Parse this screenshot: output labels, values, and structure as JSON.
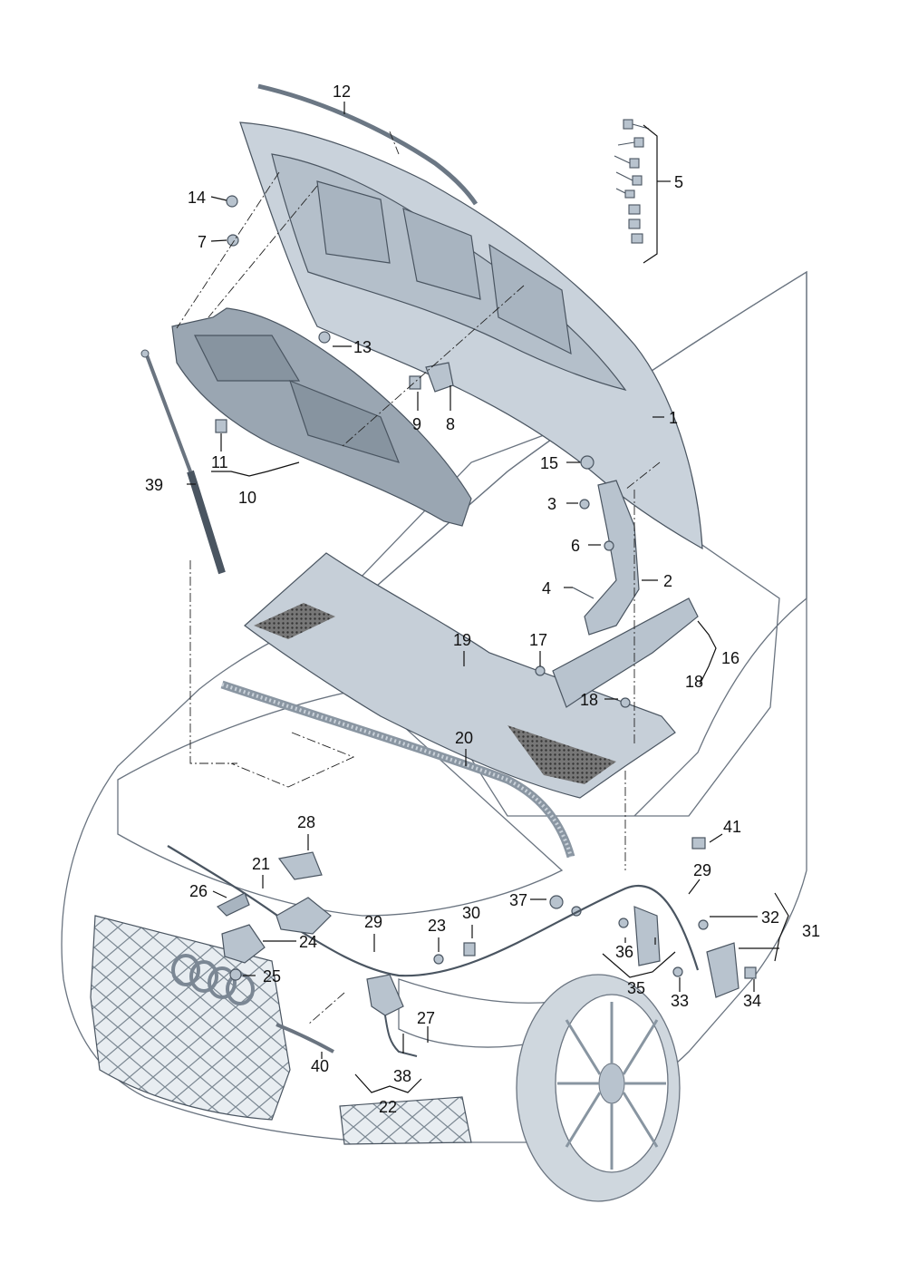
{
  "figure": {
    "background": "#ffffff",
    "part_fill": "#b8c3ce",
    "body_fill": "#e6ebf0",
    "line_color": "#4a5561",
    "mesh_color": "#555555"
  },
  "callouts": [
    {
      "id": "c1",
      "label": "1"
    },
    {
      "id": "c2",
      "label": "2"
    },
    {
      "id": "c3",
      "label": "3"
    },
    {
      "id": "c4",
      "label": "4"
    },
    {
      "id": "c5",
      "label": "5"
    },
    {
      "id": "c6",
      "label": "6"
    },
    {
      "id": "c7",
      "label": "7"
    },
    {
      "id": "c8",
      "label": "8"
    },
    {
      "id": "c9",
      "label": "9"
    },
    {
      "id": "c10",
      "label": "10"
    },
    {
      "id": "c11",
      "label": "11"
    },
    {
      "id": "c12",
      "label": "12"
    },
    {
      "id": "c13",
      "label": "13"
    },
    {
      "id": "c14",
      "label": "14"
    },
    {
      "id": "c15",
      "label": "15"
    },
    {
      "id": "c16",
      "label": "16"
    },
    {
      "id": "c17",
      "label": "17"
    },
    {
      "id": "c18a",
      "label": "18"
    },
    {
      "id": "c18b",
      "label": "18"
    },
    {
      "id": "c19",
      "label": "19"
    },
    {
      "id": "c20",
      "label": "20"
    },
    {
      "id": "c21",
      "label": "21"
    },
    {
      "id": "c22",
      "label": "22"
    },
    {
      "id": "c23",
      "label": "23"
    },
    {
      "id": "c24",
      "label": "24"
    },
    {
      "id": "c25",
      "label": "25"
    },
    {
      "id": "c26",
      "label": "26"
    },
    {
      "id": "c27",
      "label": "27"
    },
    {
      "id": "c28",
      "label": "28"
    },
    {
      "id": "c29a",
      "label": "29"
    },
    {
      "id": "c29b",
      "label": "29"
    },
    {
      "id": "c30",
      "label": "30"
    },
    {
      "id": "c31",
      "label": "31"
    },
    {
      "id": "c32",
      "label": "32"
    },
    {
      "id": "c33",
      "label": "33"
    },
    {
      "id": "c34",
      "label": "34"
    },
    {
      "id": "c35",
      "label": "35"
    },
    {
      "id": "c36",
      "label": "36"
    },
    {
      "id": "c37",
      "label": "37"
    },
    {
      "id": "c38",
      "label": "38"
    },
    {
      "id": "c39",
      "label": "39"
    },
    {
      "id": "c40",
      "label": "40"
    },
    {
      "id": "c41",
      "label": "41"
    }
  ]
}
